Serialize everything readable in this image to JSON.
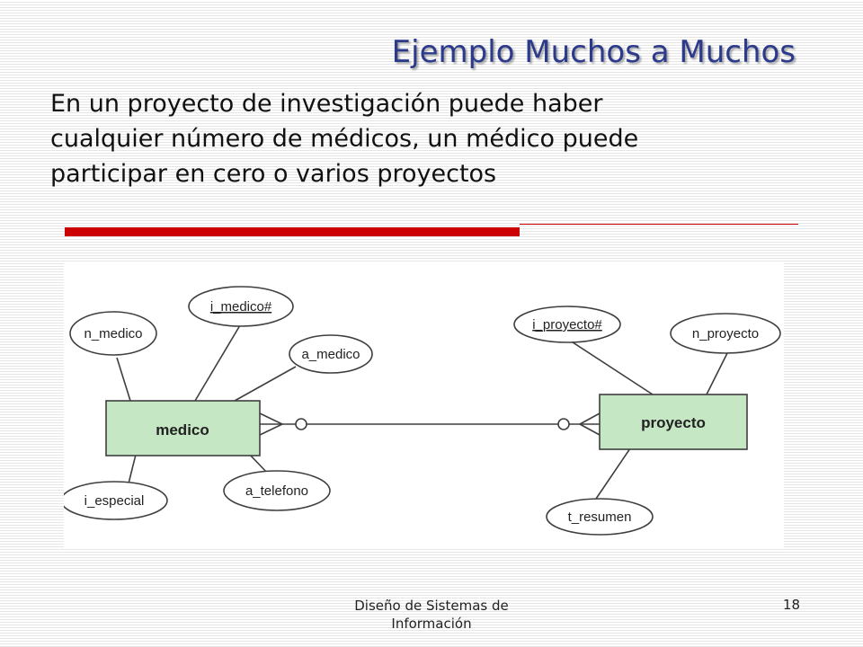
{
  "slide": {
    "title": "Ejemplo Muchos a Muchos",
    "body_lines": [
      "En un proyecto de investigación puede haber",
      "cualquier número de  médicos, un médico puede",
      "participar en cero o varios proyectos"
    ]
  },
  "diagram": {
    "entities": {
      "medico": "medico",
      "proyecto": "proyecto"
    },
    "attributes": {
      "n_medico": "n_medico",
      "i_medico": "i_medico#",
      "a_medico": "a_medico",
      "i_especial": "i_especial",
      "a_telefono": "a_telefono",
      "i_proyecto": "i_proyecto#",
      "n_proyecto": "n_proyecto",
      "t_resumen": "t_resumen"
    },
    "colors": {
      "entity_fill": "#c6e7c3",
      "stroke": "#3f3f3f"
    }
  },
  "footer": {
    "course_line1": "Diseño de Sistemas de",
    "course_line2": "Información",
    "page_number": "18"
  },
  "colors": {
    "title": "#2c3a8c",
    "rule": "#cc0000"
  }
}
